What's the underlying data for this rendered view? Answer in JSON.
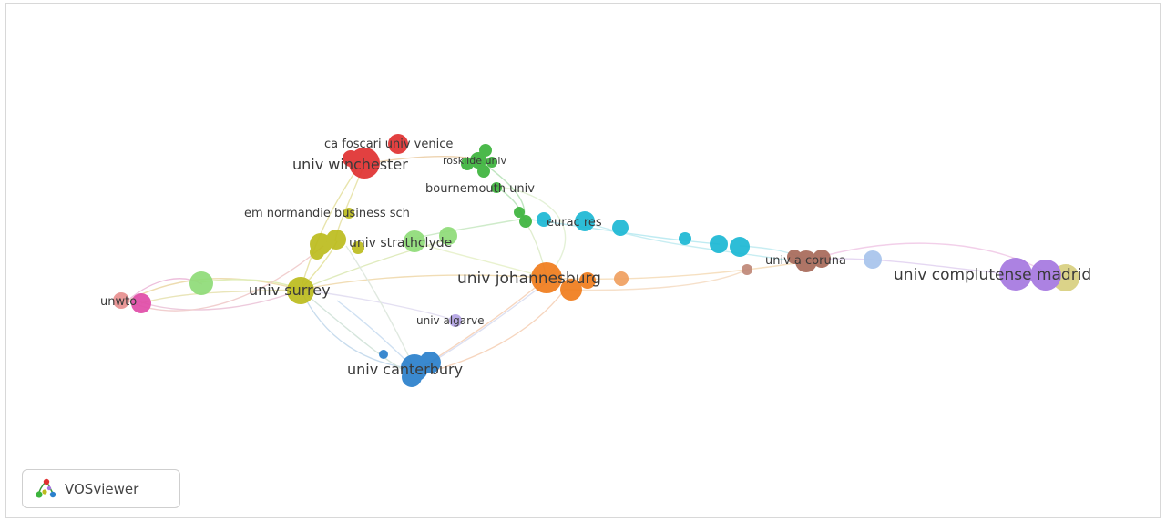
{
  "labels": {
    "ca_foscari": "ca foscari univ venice",
    "winchester": "univ winchester",
    "roskilde": "roskilde univ",
    "bournemouth": "bournemouth univ",
    "normandie": "em normandie business sch",
    "strathclyde": "univ strathclyde",
    "eurac": "eurac res",
    "johannesburg": "univ johannesburg",
    "coruna": "univ a coruna",
    "complutense": "univ complutense madrid",
    "surrey": "univ surrey",
    "unwto": "unwto",
    "algarve": "univ algarve",
    "canterbury": "univ canterbury"
  },
  "logo": {
    "text": "VOSviewer",
    "icon": "vosviewer-logo-icon"
  },
  "cluster_colors": {
    "red": "#e03030",
    "green": "#3cb43c",
    "light_green": "#8fdc78",
    "olive": "#bcbc1e",
    "cyan": "#1cb8d4",
    "orange": "#f07c1c",
    "brown": "#a86a5a",
    "purple": "#a678e0",
    "pink": "#e04ca8",
    "blue": "#2a80cc",
    "lavender": "#b4a4e4",
    "light_blue": "#a8c4ec"
  }
}
